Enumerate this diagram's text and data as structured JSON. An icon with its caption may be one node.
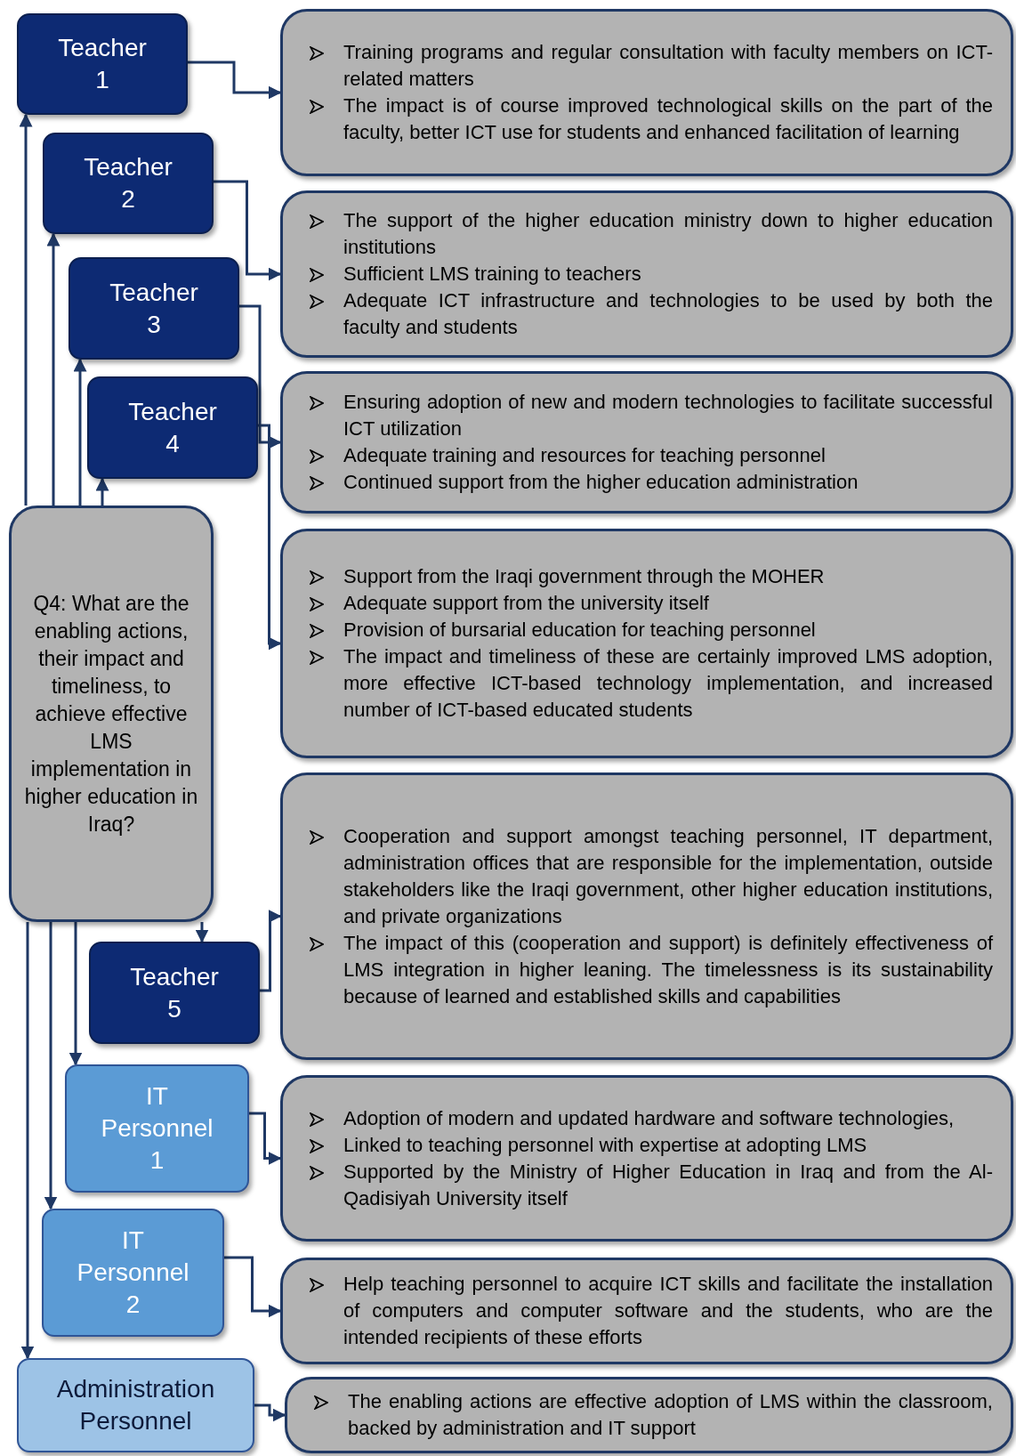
{
  "diagram": {
    "nodes": [
      {
        "text": [
          "Teacher 1"
        ]
      },
      {
        "text": [
          "Training programs and regular consultation with faculty members on ICT-related matters",
          "The impact is of course improved technological skills on the part of the faculty, better ICT use for students and enhanced facilitation of learning"
        ]
      },
      {
        "text": [
          "Teacher 2"
        ]
      },
      {
        "text": [
          "The support of the higher education ministry down to higher education institutions",
          "Sufficient LMS training to teachers",
          "Adequate ICT infrastructure and technologies to be used by both the faculty and students"
        ]
      },
      {
        "text": [
          "Teacher 3"
        ]
      },
      {
        "text": [
          "Ensuring adoption of new and modern technologies to facilitate successful ICT utilization",
          "Adequate training and resources for teaching personnel",
          "Continued support from the higher education administration"
        ]
      },
      {
        "text": [
          "Teacher 4"
        ]
      },
      {
        "text": [
          "Support from the Iraqi government through the MOHER",
          "Adequate support from the university itself",
          "Provision of bursarial education for teaching personnel",
          "The impact and timeliness of these are certainly improved LMS adoption, more effective ICT-based technology implementation, and increased number of ICT-based educated students"
        ]
      },
      {
        "text": [
          "Q4: What are the enabling actions, their impact and timeliness, to achieve effective LMS implementation in higher education in Iraq?"
        ]
      },
      {
        "text": [
          "Teacher 5"
        ]
      },
      {
        "text": [
          "Cooperation and support amongst teaching personnel, IT department, administration offices that are responsible for the implementation, outside stakeholders like the Iraqi government, other higher education institutions, and private organizations",
          "The impact of this (cooperation and support) is definitely effectiveness of LMS integration in higher leaning. The timelessness is its sustainability because of learned and established skills and capabilities"
        ]
      },
      {
        "text": [
          "IT Personnel 1"
        ]
      },
      {
        "text": [
          "Adoption of modern and updated hardware and software technologies,",
          "Linked to teaching personnel with expertise at adopting LMS",
          "Supported by the Ministry of Higher Education in Iraq and from the Al-Qadisiyah University itself"
        ]
      },
      {
        "text": [
          "IT Personnel 2"
        ]
      },
      {
        "text": [
          "Help teaching personnel to acquire ICT skills and facilitate the installation of computers and computer software and the students, who are the intended recipients of these efforts"
        ]
      },
      {
        "text": [
          "Administration Personnel"
        ]
      },
      {
        "text": [
          "The enabling actions are effective adoption of LMS within the classroom, backed  by administration and IT support"
        ]
      }
    ],
    "edges": [
      {
        "from": 0,
        "to": 1,
        "arrow": "to"
      },
      {
        "from": 2,
        "to": 3,
        "arrow": "to"
      },
      {
        "from": 4,
        "to": 5,
        "arrow": "to"
      },
      {
        "from": 6,
        "to": 7,
        "arrow": "to"
      },
      {
        "from": 9,
        "to": 10,
        "arrow": "to"
      },
      {
        "from": 11,
        "to": 12,
        "arrow": "to"
      },
      {
        "from": 13,
        "to": 14,
        "arrow": "to"
      },
      {
        "from": 15,
        "to": 16,
        "arrow": "to"
      },
      {
        "from": 8,
        "to": 0,
        "arrow": "to"
      },
      {
        "from": 8,
        "to": 2,
        "arrow": "to"
      },
      {
        "from": 8,
        "to": 4,
        "arrow": "to"
      },
      {
        "from": 8,
        "to": 6,
        "arrow": "to"
      },
      {
        "from": 8,
        "to": 9,
        "arrow": "to"
      },
      {
        "from": 8,
        "to": 11,
        "arrow": "to"
      },
      {
        "from": 8,
        "to": 13,
        "arrow": "to"
      },
      {
        "from": 8,
        "to": 15,
        "arrow": "to"
      }
    ]
  }
}
